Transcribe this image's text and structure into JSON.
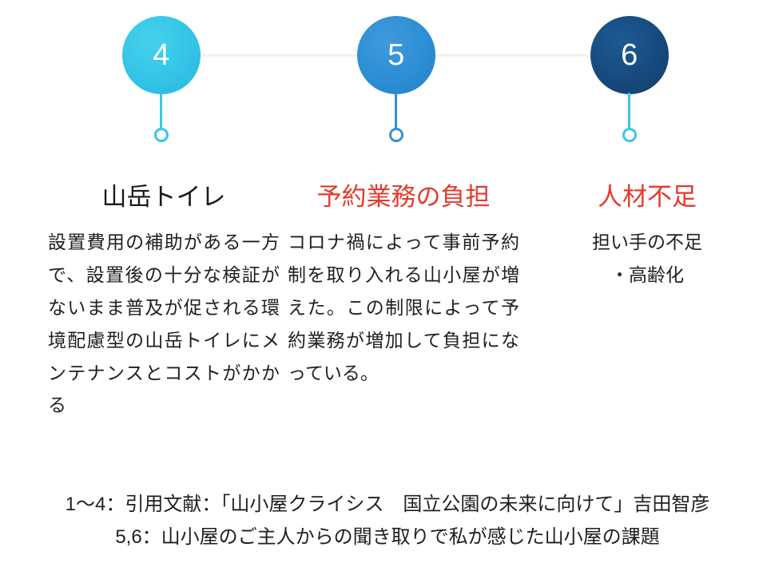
{
  "timeline": {
    "nodes": [
      {
        "number": "4",
        "color": "#33c4e6",
        "stem_color": "#38c6e6"
      },
      {
        "number": "5",
        "color": "#2d8ed4",
        "stem_color": "#3a8fcd"
      },
      {
        "number": "6",
        "color": "#164a7d",
        "stem_color": "#3fc4e8"
      }
    ],
    "connector_color": "#f2f2f2"
  },
  "columns": [
    {
      "title": "山岳トイレ",
      "title_color": "#1a1a1a",
      "body": "設置費用の補助がある一方で、設置後の十分な検証がないまま普及が促される環境配慮型の山岳トイレにメンテナンスとコストがかかる"
    },
    {
      "title": "予約業務の負担",
      "title_color": "#e23b2e",
      "body": "コロナ禍によって事前予約制を取り入れる山小屋が増えた。この制限によって予約業務が増加して負担になっている。"
    },
    {
      "title": "人材不足",
      "title_color": "#e23b2e",
      "body": "担い手の不足",
      "body_line2": "・高齢化"
    }
  ],
  "footer": {
    "line1": "1〜4：引用文献：「山小屋クライシス　国立公園の未来に向けて」吉田智彦",
    "line2": "5,6：山小屋のご主人からの聞き取りで私が感じた山小屋の課題"
  }
}
